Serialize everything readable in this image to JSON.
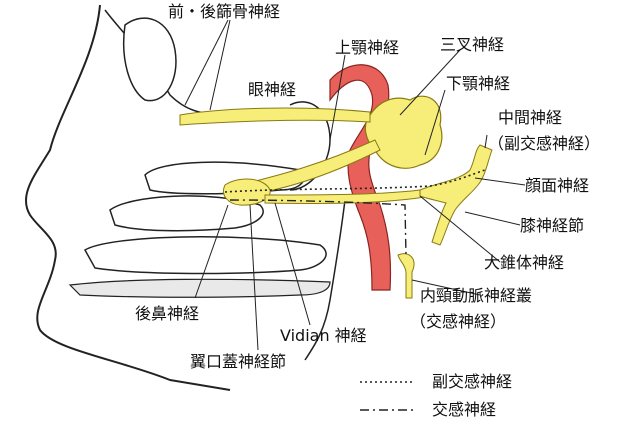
{
  "labels": {
    "ethmoidal": "前・後篩骨神経",
    "maxillary": "上顎神経",
    "trigeminal": "三叉神経",
    "ophthalmic": "眼神経",
    "mandibular": "下顎神経",
    "intermediate": "中間神経",
    "intermediate_note": "（副交感神経）",
    "facial": "顔面神経",
    "geniculate": "膝神経節",
    "greater_petrosal": "大錐体神経",
    "carotid_plexus": "内頸動脈神経叢",
    "carotid_plexus_note": "（交感神経）",
    "posterior_nasal": "後鼻神経",
    "vidian": "Vidian 神経",
    "pterygopalatine": "翼口蓋神経節"
  },
  "legend": {
    "parasympathetic": "副交感神経",
    "sympathetic": "交感神経"
  },
  "colors": {
    "nerve": "#f7ee7a",
    "nerve_edge": "#8a7a10",
    "artery": "#e8605a",
    "artery_edge": "#8a2520",
    "line": "#222222"
  }
}
